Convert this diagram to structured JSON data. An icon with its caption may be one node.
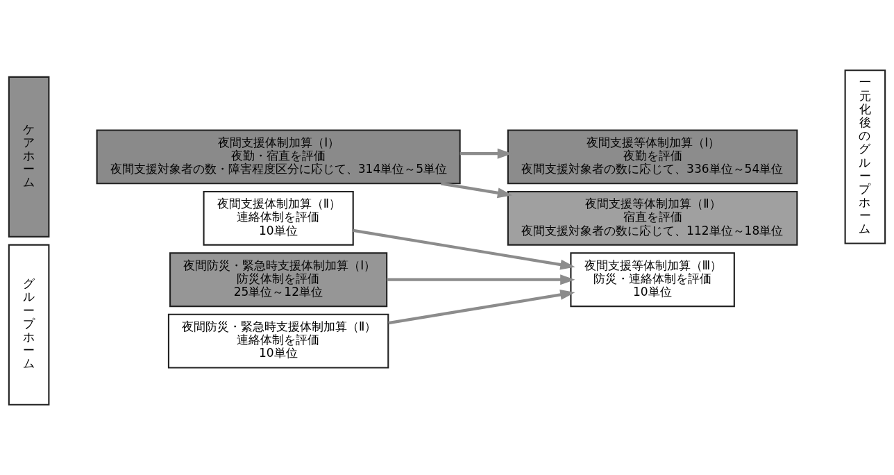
{
  "diagram": {
    "nodes": [
      {
        "text": [
          "ケアホーム"
        ]
      },
      {
        "text": [
          "夜間支援体制加算（Ⅰ）",
          "夜勤・宿直を評価",
          "夜間支援対象者の数・障害程度区分に応じて、314単位～5単位"
        ]
      },
      {
        "text": [
          "夜間支援体制加算（Ⅱ）",
          "連絡体制を評価",
          "10単位"
        ]
      },
      {
        "text": [
          "グループホーム"
        ]
      },
      {
        "text": [
          "夜間防災・緊急時支援体制加算（Ⅰ）",
          "防災体制を評価",
          "25単位～12単位"
        ]
      },
      {
        "text": [
          "夜間防災・緊急時支援体制加算（Ⅱ）",
          "連絡体制を評価",
          "10単位"
        ]
      },
      {
        "text": [
          "夜間支援等体制加算（Ⅰ）",
          "夜勤を評価",
          "夜間支援対象者の数に応じて、336単位～54単位"
        ]
      },
      {
        "text": [
          "夜間支援等体制加算（Ⅱ）",
          "宿直を評価",
          "夜間支援対象者の数に応じて、112単位～18単位"
        ]
      },
      {
        "text": [
          "夜間支援等体制加算（Ⅲ）",
          "防災・連絡体制を評価",
          "10単位"
        ]
      },
      {
        "text": [
          "一元化後のグループホーム"
        ]
      }
    ],
    "edges": [
      {
        "from": 1,
        "to": 6,
        "arrow": "to"
      },
      {
        "from": 1,
        "to": 7,
        "arrow": "to"
      },
      {
        "from": 2,
        "to": 8,
        "arrow": "to"
      },
      {
        "from": 4,
        "to": 8,
        "arrow": "to"
      },
      {
        "from": 5,
        "to": 8,
        "arrow": "to"
      }
    ]
  }
}
